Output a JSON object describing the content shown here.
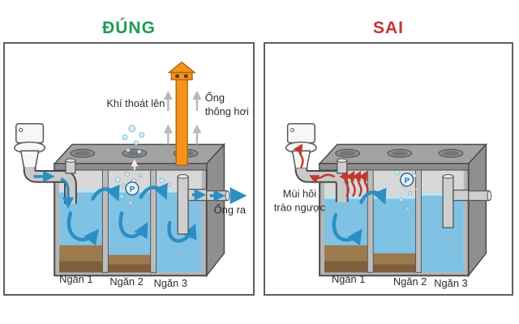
{
  "left_panel": {
    "title": "ĐÚNG",
    "gas_label": "Khí thoát lên",
    "vent_label_line1": "Ống",
    "vent_label_line2": "thông hơi",
    "outlet_label": "Ống ra",
    "pump_label": "P",
    "compartment_labels": [
      "Ngăn 1",
      "Ngăn 2",
      "Ngăn 3"
    ]
  },
  "right_panel": {
    "title": "SAI",
    "odor_label_line1": "Mùi hôi",
    "odor_label_line2": "trào ngược",
    "pump_label": "P",
    "compartment_labels": [
      "Ngăn 1",
      "Ngăn 2",
      "Ngăn 3"
    ]
  },
  "colors": {
    "correct_title_green": "#1e9b52",
    "wrong_title_red": "#c53430",
    "vent_pipe_orange": "#f6921e",
    "water_blue": "#7fc2e4",
    "flow_arrow_blue": "#2b8fc4",
    "odor_arrow_red": "#c0392f",
    "sludge_brown": "#9c7a4e",
    "tank_gray": "#a6a6a6"
  }
}
